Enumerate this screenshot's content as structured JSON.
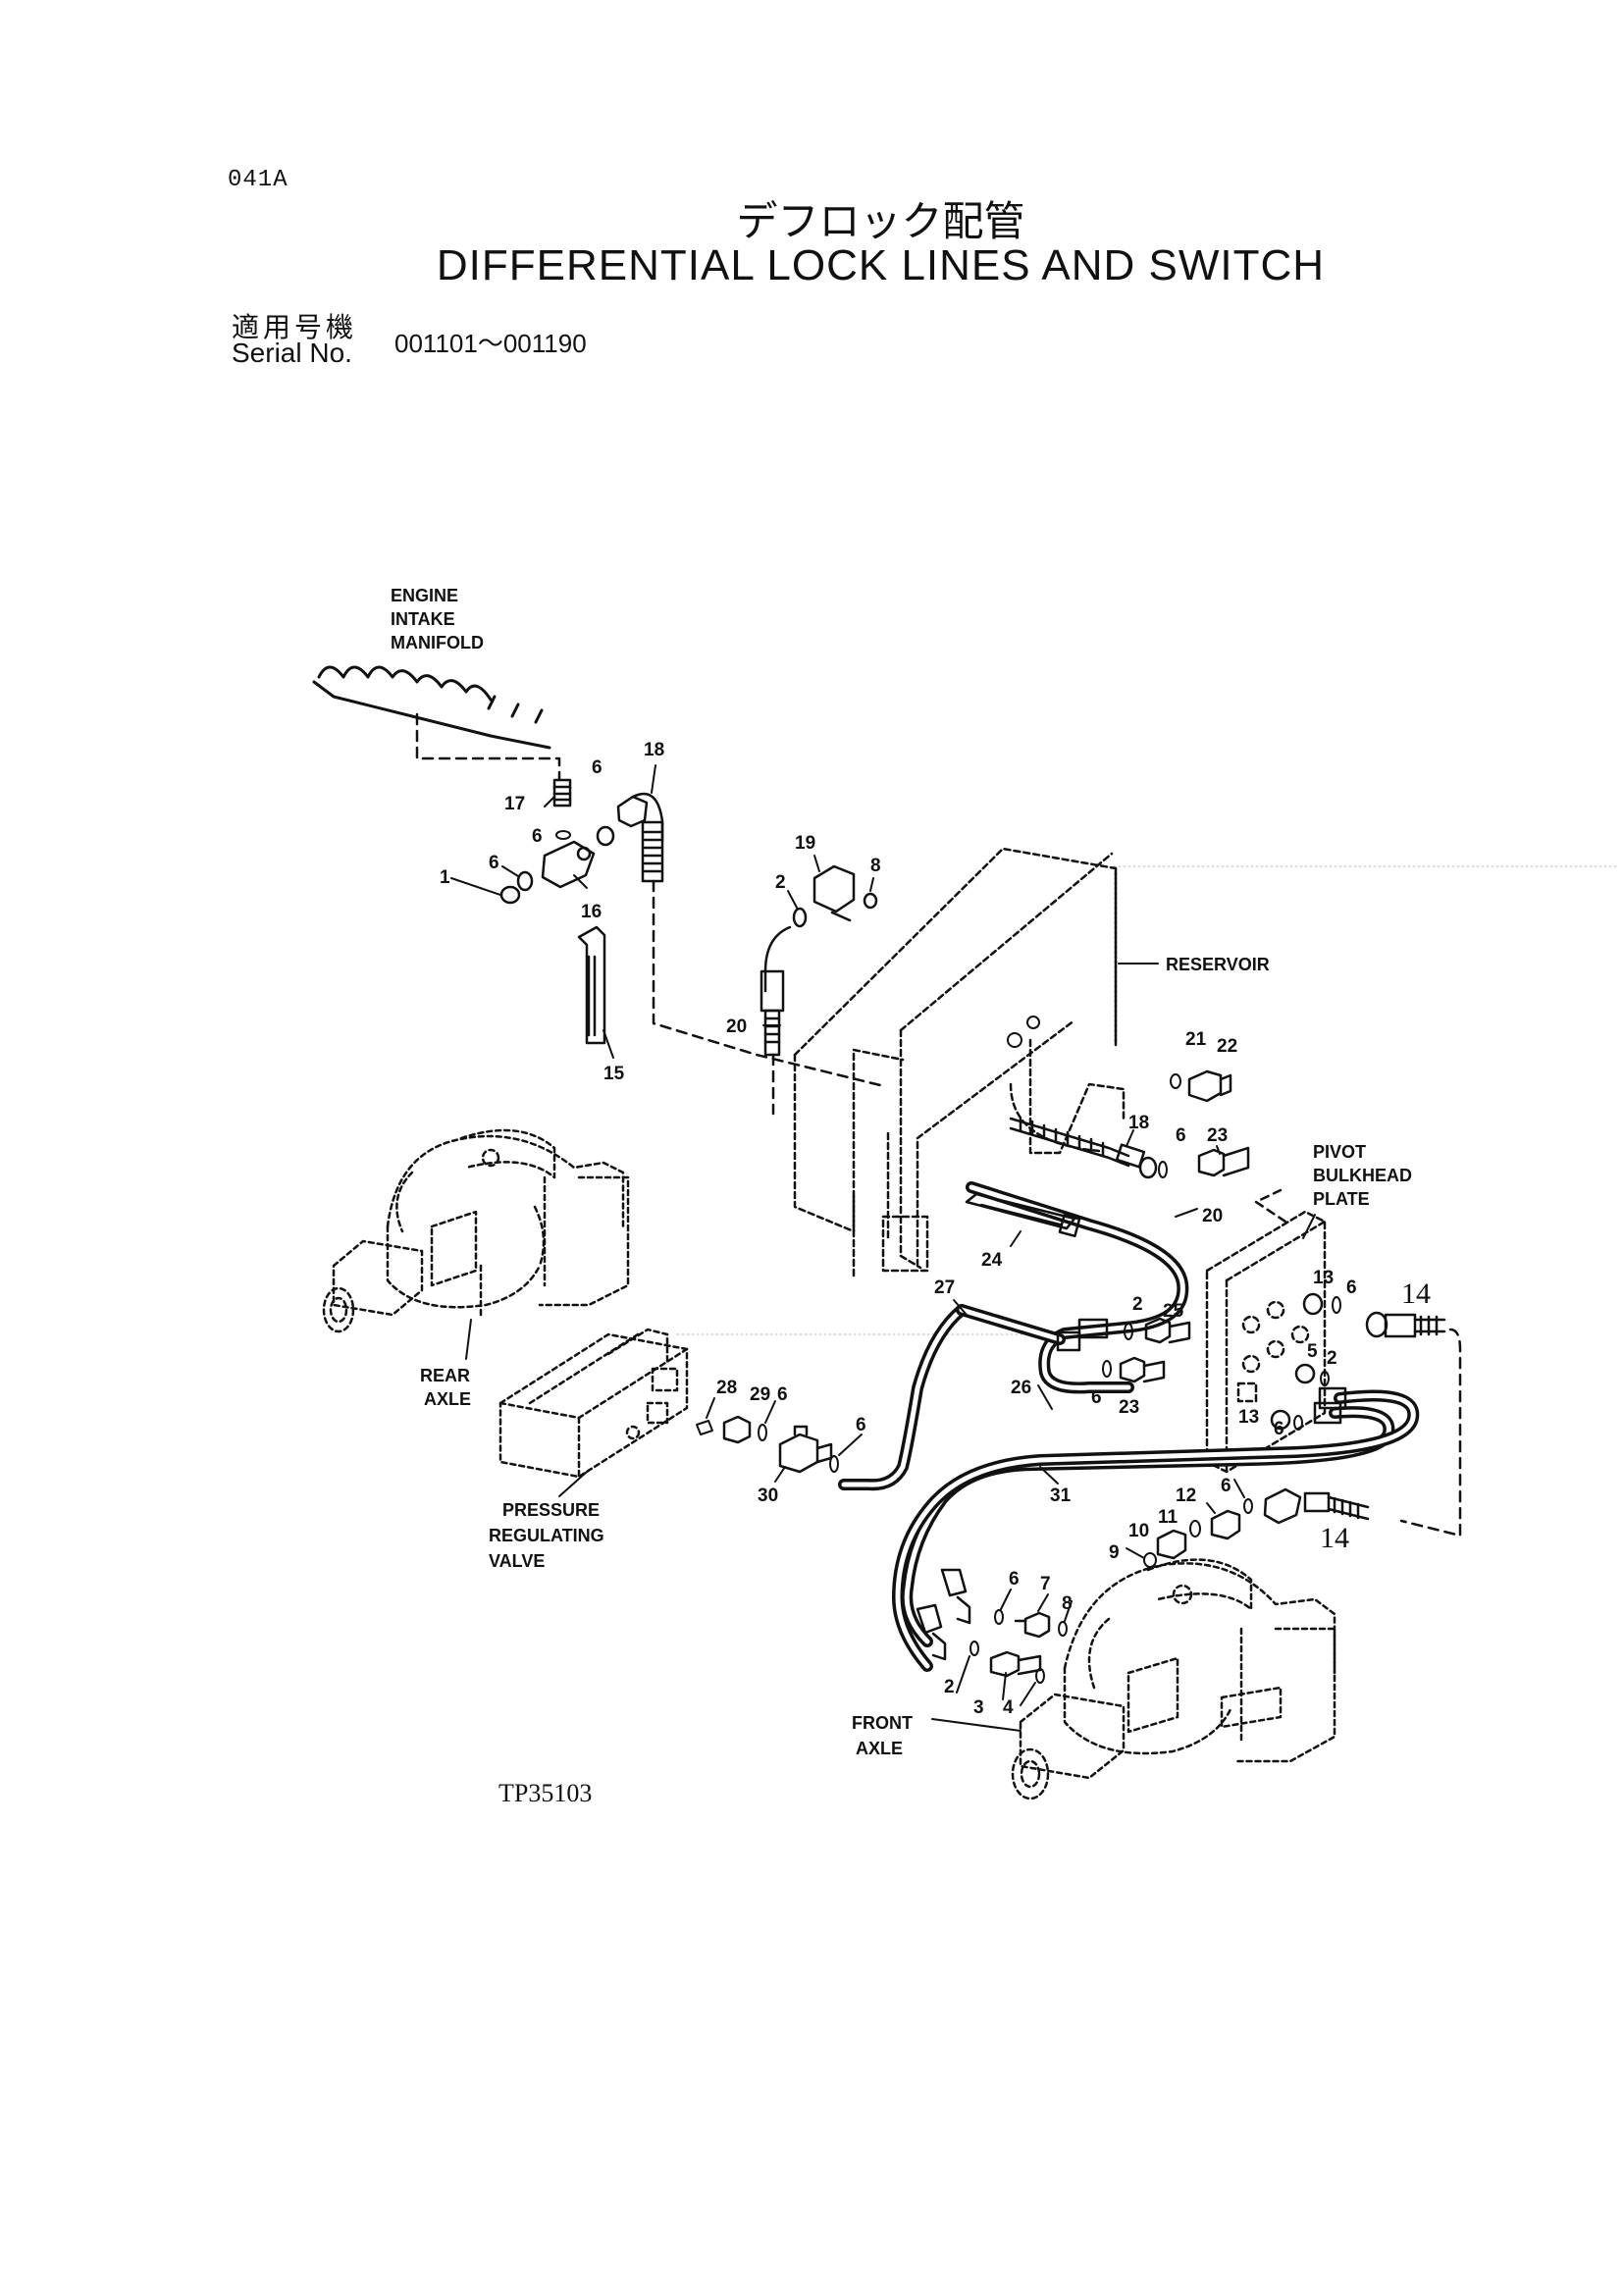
{
  "page_code": "041A",
  "title_jp": "デフロック配管",
  "title_en": "DIFFERENTIAL LOCK LINES AND SWITCH",
  "serial": {
    "label_jp": "適用号機",
    "label_en": "Serial No.",
    "range": "001101～001190"
  },
  "labels": {
    "engine_manifold": [
      "ENGINE",
      "INTAKE",
      "MANIFOLD"
    ],
    "reservoir": "RESERVOIR",
    "pivot_plate": [
      "PIVOT",
      "BULKHEAD",
      "PLATE"
    ],
    "rear_axle": [
      "REAR",
      "AXLE"
    ],
    "pressure_valve": [
      "PRESSURE",
      "REGULATING",
      "VALVE"
    ],
    "front_axle": [
      "FRONT",
      "AXLE"
    ]
  },
  "callouts": {
    "c1": "1",
    "c6a": "6",
    "c17": "17",
    "c6b": "6",
    "c6c": "6",
    "c18a": "18",
    "c16": "16",
    "c15": "15",
    "c19": "19",
    "c2a": "2",
    "c8a": "8",
    "c20a": "20",
    "c21": "21",
    "c22": "22",
    "c18b": "18",
    "c6d": "6",
    "c23a": "23",
    "c20b": "20",
    "c24": "24",
    "c27": "27",
    "c2b": "2",
    "c25": "25",
    "c6e": "6",
    "c23b": "23",
    "c13a": "13",
    "c6f": "6",
    "c14a": "14",
    "c5": "5",
    "c2c": "2",
    "c13b": "13",
    "c6g": "6",
    "c28": "28",
    "c29": "29",
    "c6h": "6",
    "c30": "30",
    "c6i": "6",
    "c26": "26",
    "c31": "31",
    "c12": "12",
    "c6j": "6",
    "c11": "11",
    "c10": "10",
    "c9": "9",
    "c14b": "14",
    "c6k": "6",
    "c7": "7",
    "c8b": "8",
    "c2d": "2",
    "c3": "3",
    "c4": "4"
  },
  "drawing_code": "TP35103"
}
